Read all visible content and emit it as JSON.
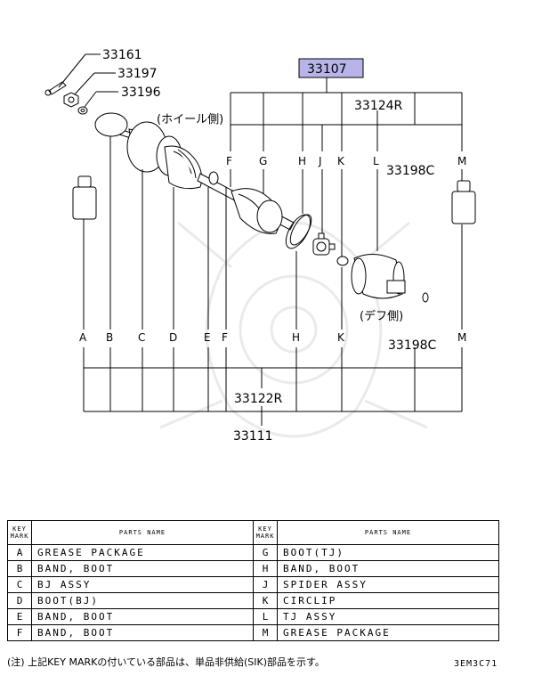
{
  "diagram": {
    "callouts": {
      "c33161": "33161",
      "c33197": "33197",
      "c33196": "33196",
      "c33107": "33107",
      "c33124R": "33124R",
      "c33198C_top": "33198C",
      "c33198C_bottom": "33198C",
      "c33122R": "33122R",
      "c33111": "33111",
      "wheel_side": "(ホイール側)",
      "diff_side": "(デフ側)"
    },
    "top_letters": [
      "F",
      "G",
      "H",
      "J",
      "K",
      "L",
      "M"
    ],
    "bottom_letters": [
      "A",
      "B",
      "C",
      "D",
      "E",
      "F",
      "H",
      "K",
      "M"
    ],
    "highlight_color": "#b8b4ea"
  },
  "table": {
    "header_key": "KEY MARK",
    "header_parts": "PARTS NAME",
    "left": [
      {
        "key": "A",
        "name": "GREASE PACKAGE"
      },
      {
        "key": "B",
        "name": "BAND, BOOT"
      },
      {
        "key": "C",
        "name": "BJ ASSY"
      },
      {
        "key": "D",
        "name": "BOOT(BJ)"
      },
      {
        "key": "E",
        "name": "BAND, BOOT"
      },
      {
        "key": "F",
        "name": "BAND, BOOT"
      }
    ],
    "right": [
      {
        "key": "G",
        "name": "BOOT(TJ)"
      },
      {
        "key": "H",
        "name": "BAND, BOOT"
      },
      {
        "key": "J",
        "name": "SPIDER ASSY"
      },
      {
        "key": "K",
        "name": "CIRCLIP"
      },
      {
        "key": "L",
        "name": "TJ ASSY"
      },
      {
        "key": "M",
        "name": "GREASE PACKAGE"
      }
    ]
  },
  "footer": {
    "note": "(注) 上記KEY MARKの付いている部品は、単品非供給(SIK)部品を示す。",
    "code": "3EM3C71"
  }
}
